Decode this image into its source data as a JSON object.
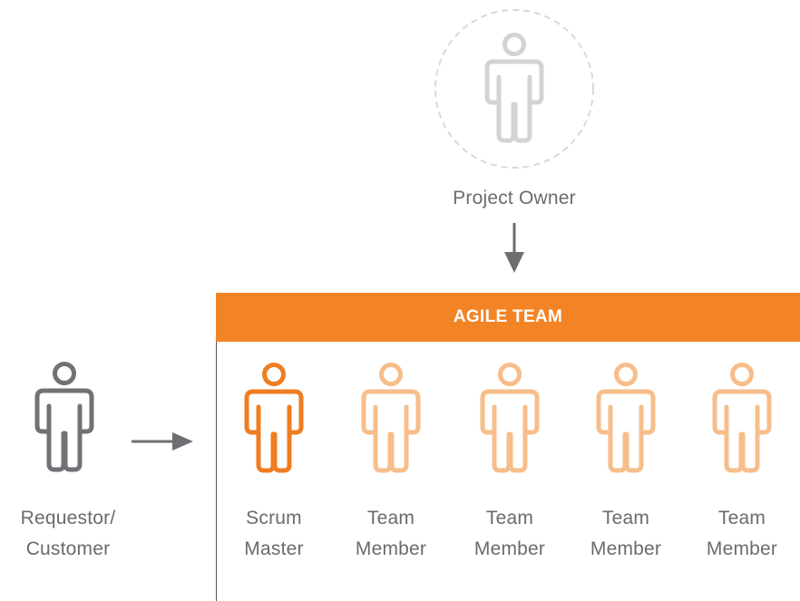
{
  "project_owner": {
    "label": "Project Owner",
    "color": "#d3d3d3"
  },
  "requestor": {
    "line1": "Requestor/",
    "line2": "Customer",
    "color": "#707275"
  },
  "team": {
    "header": "AGILE TEAM",
    "header_color": "#f28425",
    "members": [
      {
        "line1": "Scrum",
        "line2": "Master",
        "color": "#ef7d22"
      },
      {
        "line1": "Team",
        "line2": "Member",
        "color": "#f7bd8a"
      },
      {
        "line1": "Team",
        "line2": "Member",
        "color": "#f7bd8a"
      },
      {
        "line1": "Team",
        "line2": "Member",
        "color": "#f7bd8a"
      },
      {
        "line1": "Team",
        "line2": "Member",
        "color": "#f7bd8a"
      }
    ]
  },
  "arrow_color": "#6e6f72",
  "icons": [
    "person-icon",
    "arrow-down-icon",
    "arrow-right-icon",
    "dashed-circle"
  ]
}
